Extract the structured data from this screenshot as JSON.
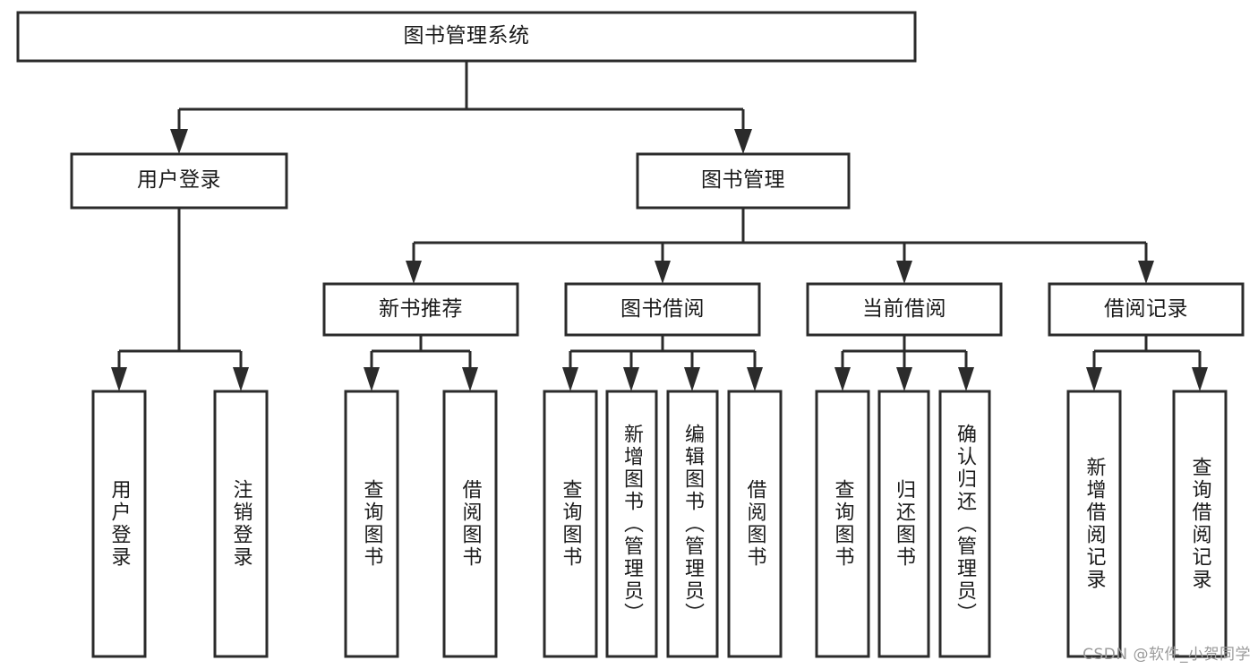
{
  "diagram": {
    "type": "tree",
    "title": "图书管理系统",
    "watermark": "CSDN @软件_小贺同学",
    "colors": {
      "stroke": "#2b2b2b",
      "fill": "#ffffff",
      "text": "#1a1a1a",
      "watermark": "#9a9a9a",
      "background": "#ffffff"
    },
    "nodes": {
      "root": {
        "label": "图书管理系统",
        "orientation": "horizontal"
      },
      "user_login": {
        "label": "用户登录",
        "orientation": "horizontal"
      },
      "book_manage": {
        "label": "图书管理",
        "orientation": "horizontal"
      },
      "new_book_rec": {
        "label": "新书推荐",
        "orientation": "horizontal"
      },
      "book_borrow": {
        "label": "图书借阅",
        "orientation": "horizontal"
      },
      "current_borrow": {
        "label": "当前借阅",
        "orientation": "horizontal"
      },
      "borrow_record": {
        "label": "借阅记录",
        "orientation": "horizontal"
      },
      "leaf_user_login": {
        "label": "用户登录",
        "orientation": "vertical"
      },
      "leaf_logout": {
        "label": "注销登录",
        "orientation": "vertical"
      },
      "leaf_query_book_1": {
        "label": "查询图书",
        "orientation": "vertical"
      },
      "leaf_borrow_book_1": {
        "label": "借阅图书",
        "orientation": "vertical"
      },
      "leaf_query_book_2": {
        "label": "查询图书",
        "orientation": "vertical"
      },
      "leaf_add_book": {
        "label": "新增图书（管理员）",
        "orientation": "vertical"
      },
      "leaf_edit_book": {
        "label": "编辑图书（管理员）",
        "orientation": "vertical"
      },
      "leaf_borrow_book_2": {
        "label": "借阅图书",
        "orientation": "vertical"
      },
      "leaf_query_book_3": {
        "label": "查询图书",
        "orientation": "vertical"
      },
      "leaf_return_book": {
        "label": "归还图书",
        "orientation": "vertical"
      },
      "leaf_confirm_return": {
        "label": "确认归还（管理员）",
        "orientation": "vertical"
      },
      "leaf_add_record": {
        "label": "新增借阅记录",
        "orientation": "vertical"
      },
      "leaf_query_record": {
        "label": "查询借阅记录",
        "orientation": "vertical"
      }
    },
    "edges": [
      {
        "from": "root",
        "to": "user_login"
      },
      {
        "from": "root",
        "to": "book_manage"
      },
      {
        "from": "book_manage",
        "to": "new_book_rec"
      },
      {
        "from": "book_manage",
        "to": "book_borrow"
      },
      {
        "from": "book_manage",
        "to": "current_borrow"
      },
      {
        "from": "book_manage",
        "to": "borrow_record"
      },
      {
        "from": "user_login",
        "to": "leaf_user_login"
      },
      {
        "from": "user_login",
        "to": "leaf_logout"
      },
      {
        "from": "new_book_rec",
        "to": "leaf_query_book_1"
      },
      {
        "from": "new_book_rec",
        "to": "leaf_borrow_book_1"
      },
      {
        "from": "book_borrow",
        "to": "leaf_query_book_2"
      },
      {
        "from": "book_borrow",
        "to": "leaf_add_book"
      },
      {
        "from": "book_borrow",
        "to": "leaf_edit_book"
      },
      {
        "from": "book_borrow",
        "to": "leaf_borrow_book_2"
      },
      {
        "from": "current_borrow",
        "to": "leaf_query_book_3"
      },
      {
        "from": "current_borrow",
        "to": "leaf_return_book"
      },
      {
        "from": "current_borrow",
        "to": "leaf_confirm_return"
      },
      {
        "from": "borrow_record",
        "to": "leaf_add_record"
      },
      {
        "from": "borrow_record",
        "to": "leaf_query_record"
      }
    ]
  }
}
